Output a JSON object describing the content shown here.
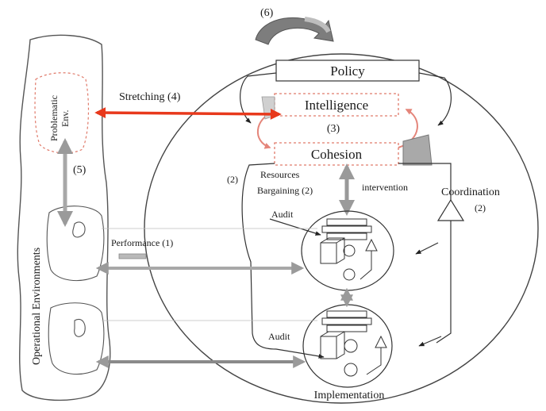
{
  "diagram": {
    "policy": "Policy",
    "intelligence": "Intelligence",
    "cohesion": "Cohesion",
    "num_3": "(3)",
    "num_6": "(6)",
    "stretching": "Stretching (4)",
    "problematic_env": [
      "Problematic",
      "Env."
    ],
    "num_5": "(5)",
    "operational_env": "Operational Environments",
    "resources": "Resources",
    "bargaining": "Bargaining (2)",
    "num_2_left": "(2)",
    "intervention": "intervention",
    "coordination": "Coordination",
    "num_2_right": "(2)",
    "audit_upper": "Audit",
    "audit_lower": "Audit",
    "performance": "Performance (1)",
    "implementation": "Implementation"
  },
  "colors": {
    "stretch_arrow": "#e8391c",
    "dotted_box": "#e07a6a",
    "gray_arrow": "#a8a8a8",
    "dark_gray": "#7d7d7d",
    "outline": "#333333"
  }
}
